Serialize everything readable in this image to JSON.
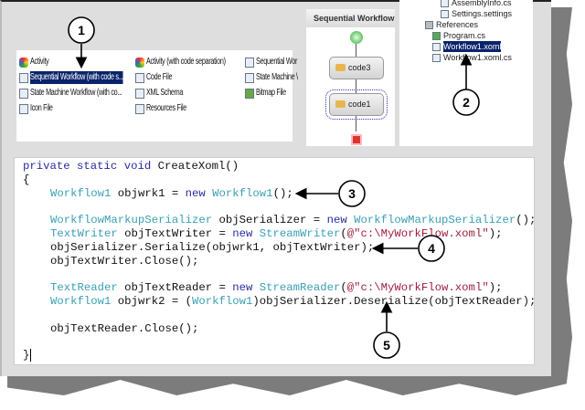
{
  "templates": {
    "items": [
      {
        "label": "Activity",
        "icon": "activity-icon"
      },
      {
        "label": "Sequential Workflow (with code s...",
        "icon": "workflow-icon",
        "selected": true
      },
      {
        "label": "State Machine Workflow (with co...",
        "icon": "workflow-icon"
      },
      {
        "label": "Icon File",
        "icon": "icon-file-icon"
      },
      {
        "label": "Activity (with code separation)",
        "icon": "activity-icon"
      },
      {
        "label": "Code File",
        "icon": "code-file-icon"
      },
      {
        "label": "XML Schema",
        "icon": "xml-schema-icon"
      },
      {
        "label": "Resources File",
        "icon": "resources-icon"
      },
      {
        "label": "Sequential Wor",
        "icon": "workflow-icon"
      },
      {
        "label": "State Machine \\",
        "icon": "workflow-icon"
      },
      {
        "label": "Bitmap File",
        "icon": "bitmap-icon"
      }
    ]
  },
  "designer": {
    "title": "Sequential Workflow",
    "activities": [
      "code3",
      "code1"
    ]
  },
  "tree": {
    "items": [
      "AssemblyInfo.cs",
      "Settings.settings",
      "References",
      "Program.cs",
      "Workflow1.xoml",
      "Workflow1.xoml.cs"
    ],
    "selected": "Workflow1.xoml"
  },
  "code": {
    "l0": [
      "private static void ",
      "CreateXoml()"
    ],
    "l1": "{",
    "l2": [
      "Workflow1",
      " objwrk1 = ",
      "new",
      " ",
      "Workflow1",
      "();"
    ],
    "l4": [
      "WorkflowMarkupSerializer",
      " objSerializer = ",
      "new",
      " ",
      "WorkflowMarkupSerializer",
      "();"
    ],
    "l5": [
      "TextWriter",
      " objTextWriter = ",
      "new",
      " ",
      "StreamWriter",
      "(",
      "@\"c:\\MyWorkFlow.xoml\"",
      ");"
    ],
    "l6": "objSerializer.Serialize(objwrk1, objTextWriter);",
    "l7": "objTextWriter.Close();",
    "l9": [
      "TextReader",
      " objTextReader = ",
      "new",
      " ",
      "StreamReader",
      "(",
      "@\"c:\\MyWorkFlow.xoml\"",
      ");"
    ],
    "l10": [
      "Workflow1",
      " objwrk2 = (",
      "Workflow1",
      ")objSerializer.Deserialize(objTextReader);"
    ],
    "l12": "objTextReader.Close();",
    "l14": "}"
  },
  "callouts": [
    "1",
    "2",
    "3",
    "4",
    "5"
  ]
}
